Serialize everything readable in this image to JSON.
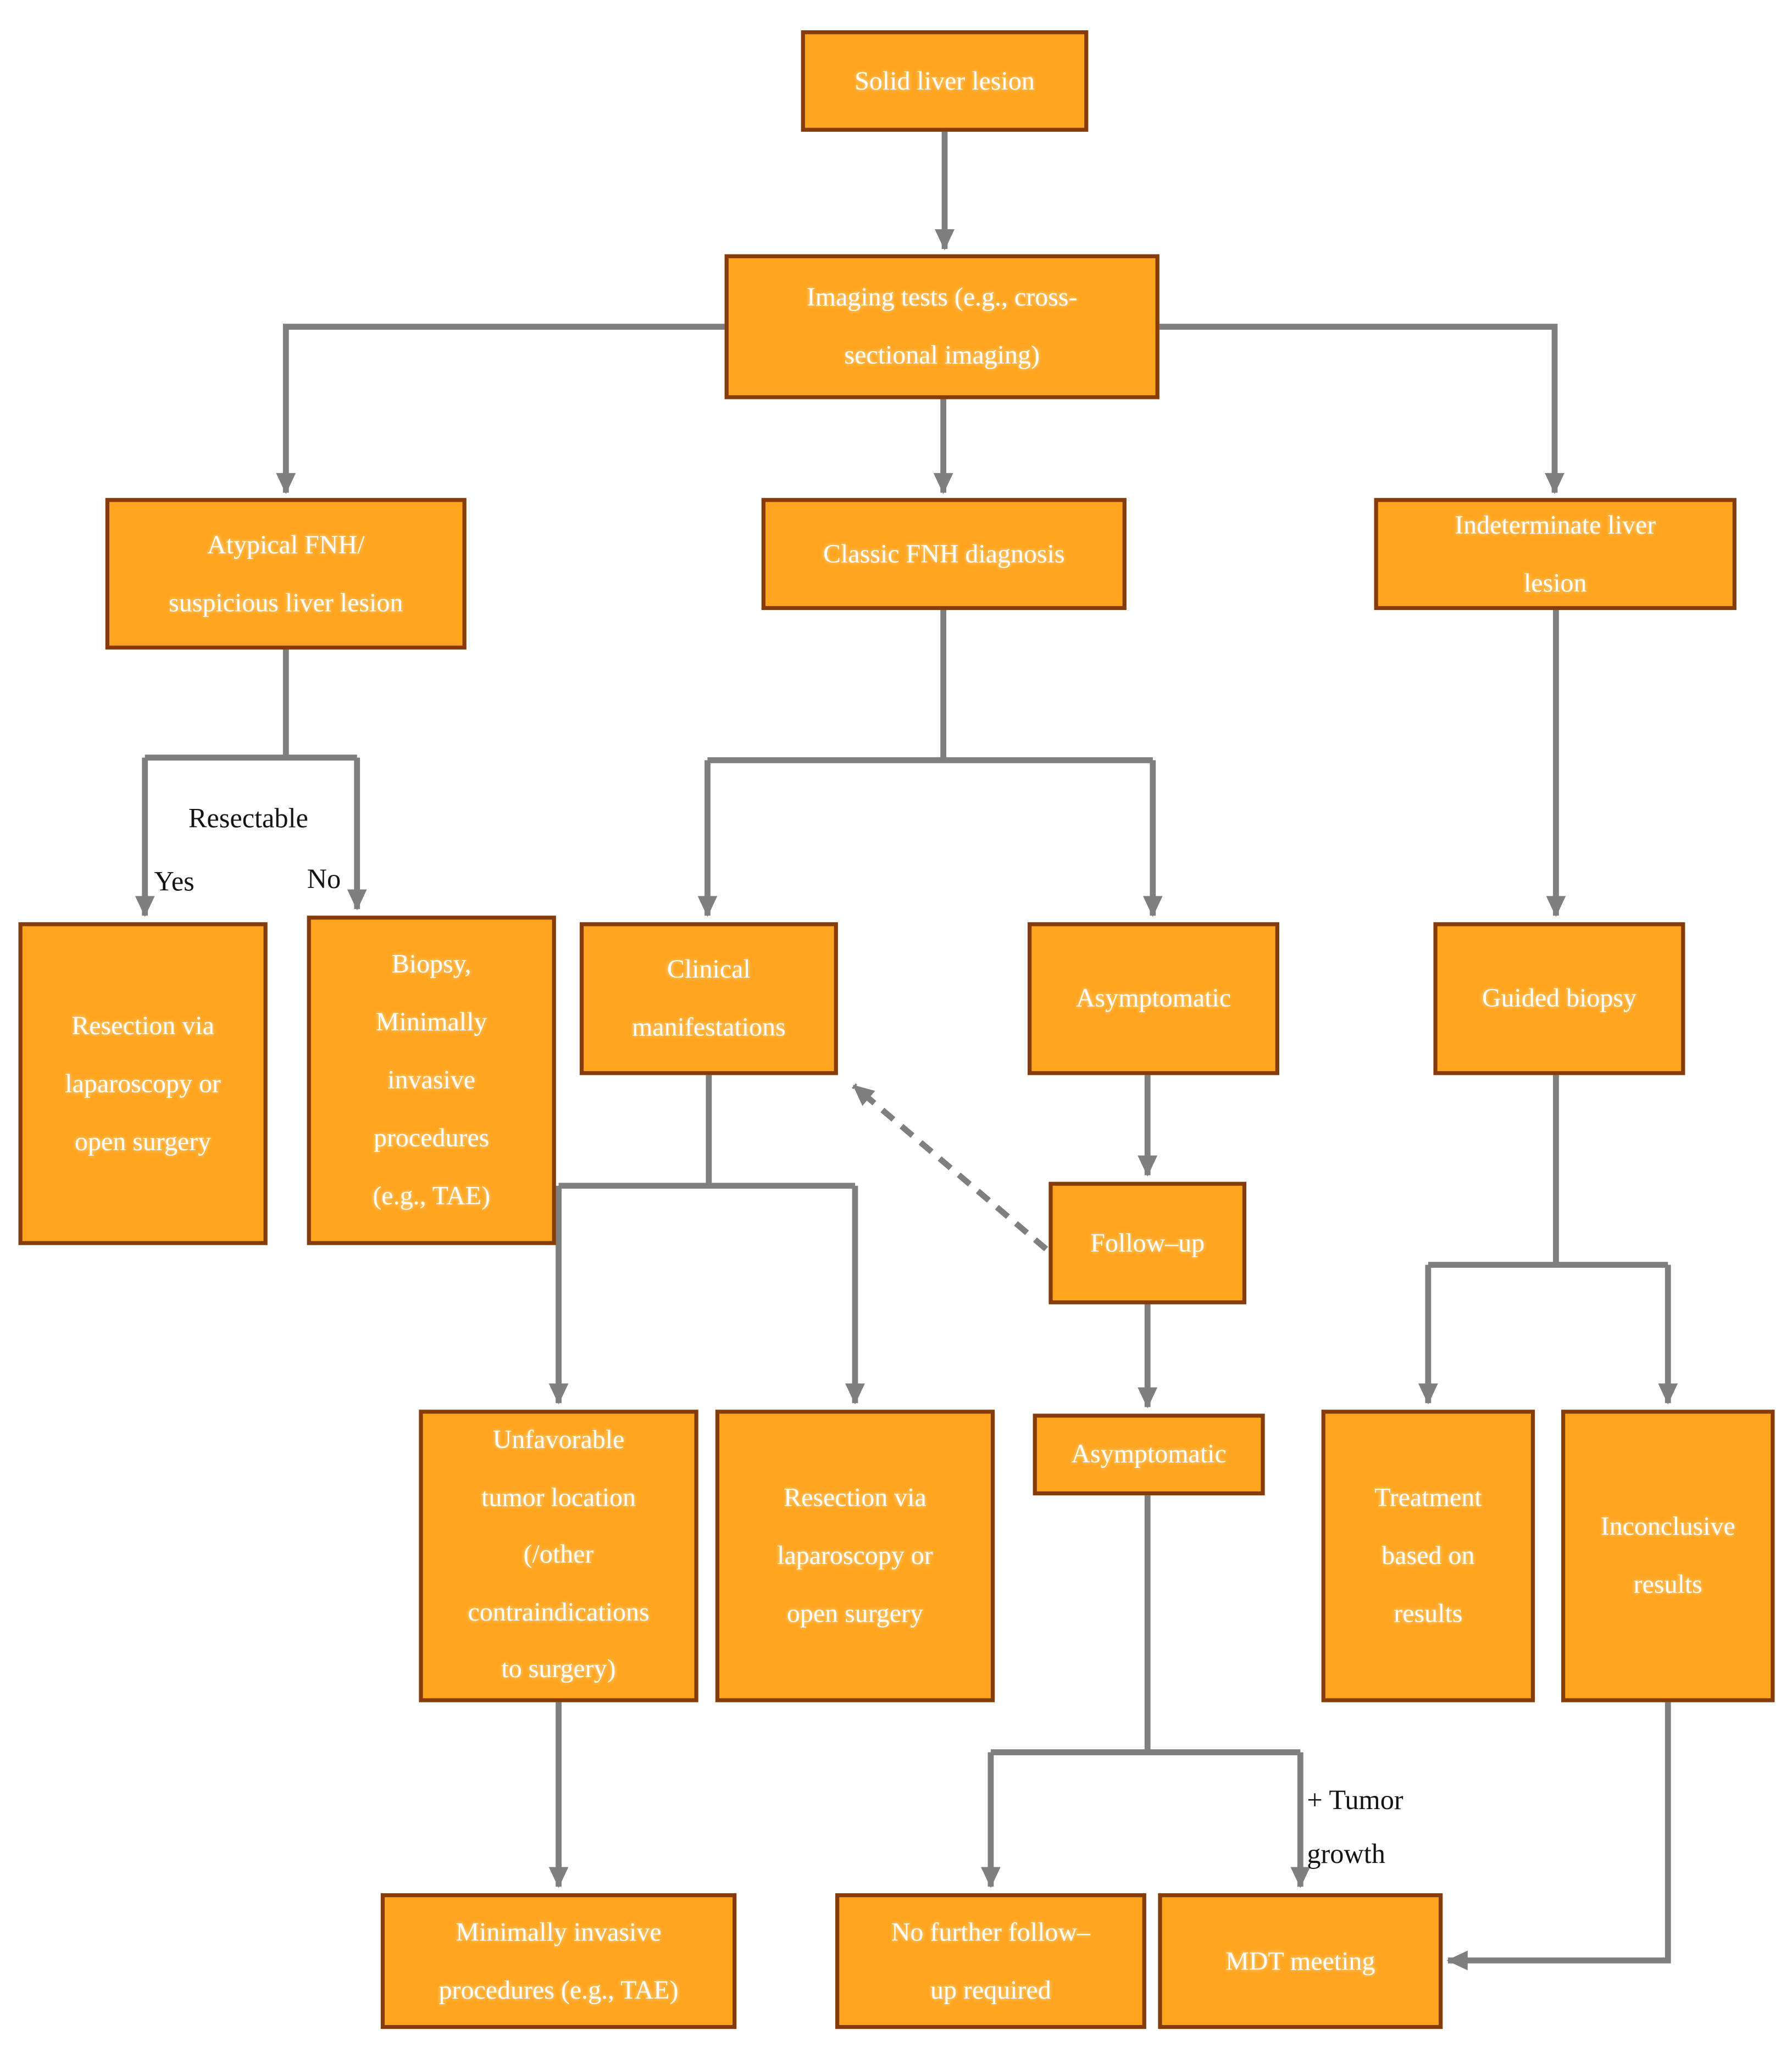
{
  "diagram": {
    "title": "Solid liver lesion management flowchart",
    "colors": {
      "node_fill": "#FFA41E",
      "node_border": "#843C0C",
      "arrow": "#7F7F7F",
      "node_text": "#FFFFFF",
      "label_text": "#141414"
    },
    "nodes": {
      "solid_liver_lesion": "Solid liver lesion",
      "imaging_tests": "Imaging tests (e.g., cross-\nsectional imaging)",
      "atypical_fnh": "Atypical FNH/\nsuspicious liver lesion",
      "classic_fnh": "Classic FNH diagnosis",
      "indeterminate_lesion": "Indeterminate liver\nlesion",
      "resection_laparoscopy_1": "Resection via\nlaparoscopy or\nopen surgery",
      "biopsy_minimally_invasive": "Biopsy,\nMinimally\ninvasive\nprocedures\n(e.g., TAE)",
      "clinical_manifestations": "Clinical\nmanifestations",
      "asymptomatic_1": "Asymptomatic",
      "guided_biopsy": "Guided biopsy",
      "follow_up": "Follow–up",
      "unfavorable_location": "Unfavorable\ntumor location\n(/other\ncontraindications\nto surgery)",
      "resection_laparoscopy_2": "Resection via\nlaparoscopy or\nopen surgery",
      "asymptomatic_2": "Asymptomatic",
      "treatment_based_results": "Treatment\nbased on\nresults",
      "inconclusive_results": "Inconclusive\nresults",
      "minimally_invasive_procedures": "Minimally invasive\nprocedures (e.g., TAE)",
      "no_further_follow_up": "No further follow–\nup required",
      "mdt_meeting": "MDT meeting"
    },
    "labels": {
      "resectable": "Resectable",
      "yes": "Yes",
      "no": "No",
      "tumor_growth": "+ Tumor\ngrowth"
    }
  }
}
